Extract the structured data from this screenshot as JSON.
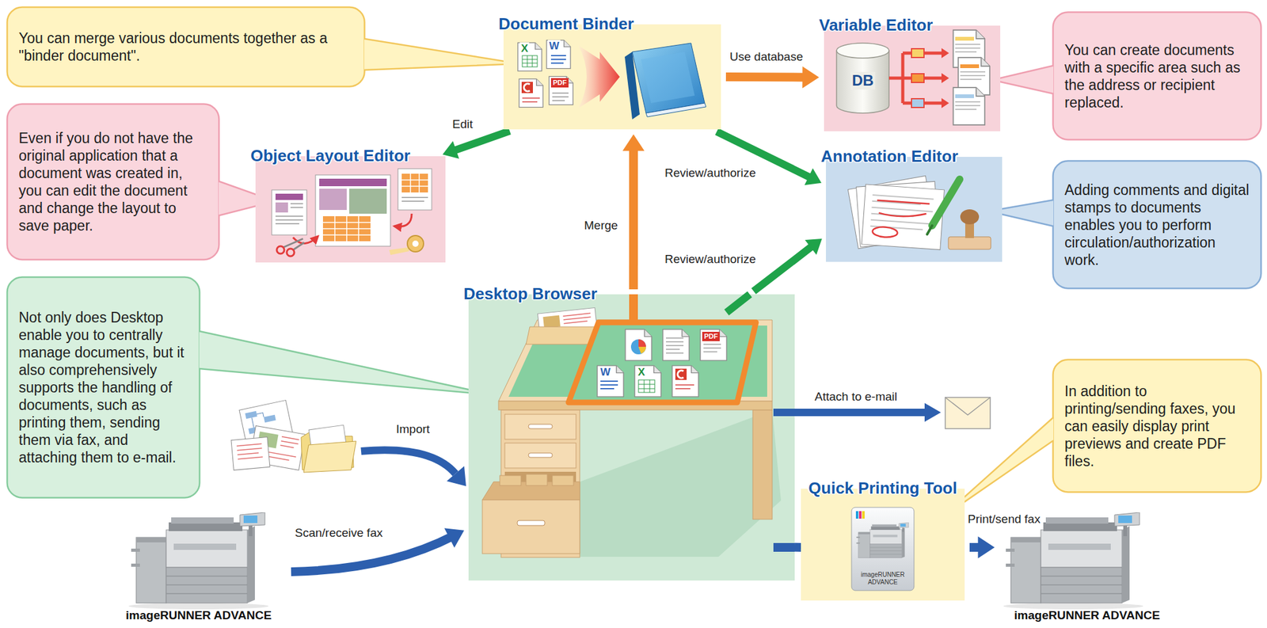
{
  "diagram": {
    "nodes": [
      {
        "text": [
          "You can merge various documents together as a \"binder document\"."
        ]
      },
      {
        "text": [
          "Document Binder"
        ]
      },
      {
        "text": [
          "Variable Editor"
        ]
      },
      {
        "text": [
          "You can create documents with a specific area such as the address or recipient replaced."
        ]
      },
      {
        "text": [
          "Even if you do not have the original application that a document was created in, you can edit the document and change the layout to save paper."
        ]
      },
      {
        "text": [
          "Object Layout Editor"
        ]
      },
      {
        "text": [
          "Annotation Editor"
        ]
      },
      {
        "text": [
          "Adding comments and digital stamps to documents enables you to perform circulation/authorization work."
        ]
      },
      {
        "text": [
          "Not only does Desktop enable you to centrally manage documents, but it also comprehensively supports the handling of documents, such as printing them, sending them via fax, and attaching them to e-mail."
        ]
      },
      {
        "text": [
          "Desktop Browser"
        ]
      },
      {
        "text": [
          "In addition to printing/sending faxes, you can easily display print previews and create PDF files."
        ]
      },
      {
        "text": [
          "Quick Printing Tool"
        ]
      },
      {
        "text": [
          "imageRUNNER ADVANCE"
        ]
      },
      {
        "text": [
          "imageRUNNER ADVANCE"
        ]
      }
    ],
    "edges": [
      {
        "from": 1,
        "to": 2,
        "label": "Use database",
        "arrow": "to"
      },
      {
        "from": 1,
        "to": 5,
        "label": "Edit",
        "arrow": "to"
      },
      {
        "from": 1,
        "to": 6,
        "label": "Review/authorize",
        "arrow": "to"
      },
      {
        "from": 9,
        "to": 1,
        "label": "Merge",
        "arrow": "to"
      },
      {
        "from": 9,
        "to": 6,
        "label": "Review/authorize",
        "arrow": "to"
      },
      {
        "from": 9,
        "to": 11,
        "arrow": "none"
      },
      {
        "from": 11,
        "to": 13,
        "label": "Print/send fax",
        "arrow": "to"
      },
      {
        "from": 12,
        "to": 9,
        "label": "Scan/receive fax",
        "arrow": "to"
      }
    ],
    "labels": [
      "X",
      "W",
      "PDF",
      "DB",
      "PDF",
      "W",
      "X",
      "Import",
      "Attach to e-mail",
      "imageRUNNER ADVANCE"
    ]
  }
}
